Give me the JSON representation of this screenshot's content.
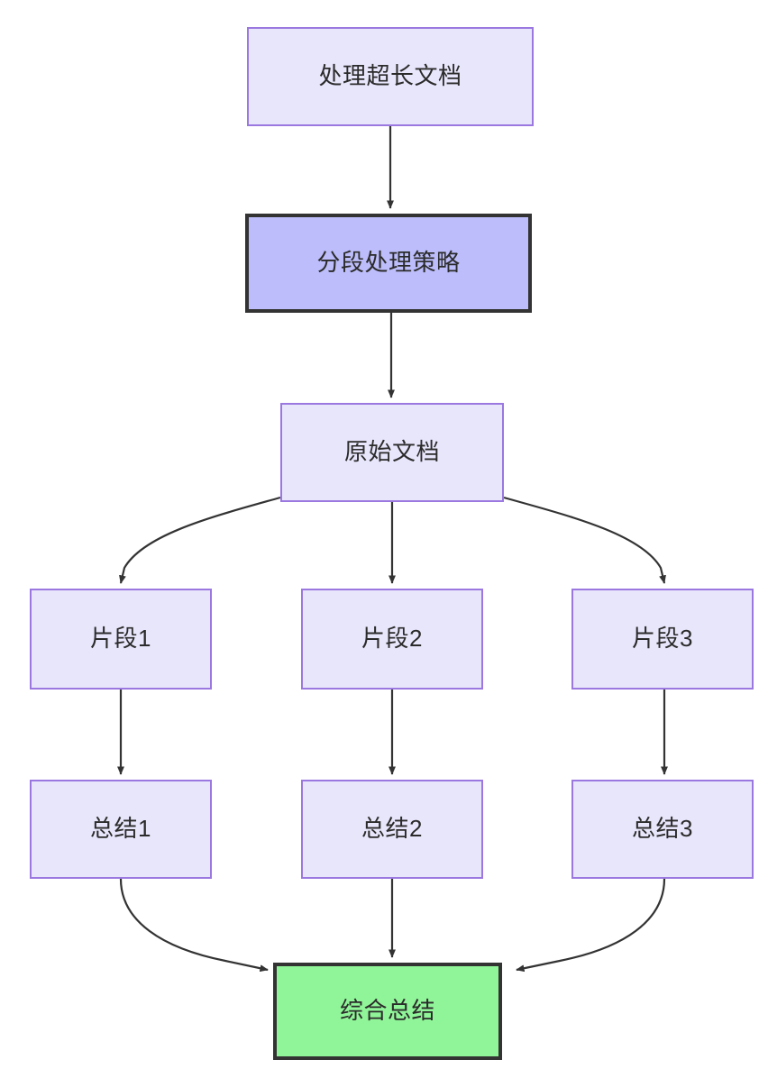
{
  "diagram": {
    "type": "flowchart",
    "direction": "top-down",
    "title": "处理超长文档",
    "background_color": "#ffffff",
    "edge_color": "#333333",
    "text_color": "#2b2b2b",
    "styles": {
      "default_fill": "#e8e6fb",
      "default_stroke": "#9a78e0",
      "emphasis_fill": "#bcbdfa",
      "emphasis_stroke": "#333333",
      "result_fill": "#90f598",
      "result_stroke": "#333333"
    },
    "nodes": [
      {
        "id": "long-doc",
        "label": "处理超长文档",
        "style": "default"
      },
      {
        "id": "strategy",
        "label": "分段处理策略",
        "style": "emphasis"
      },
      {
        "id": "source-doc",
        "label": "原始文档",
        "style": "default"
      },
      {
        "id": "fragment-1",
        "label": "片段1",
        "style": "default"
      },
      {
        "id": "fragment-2",
        "label": "片段2",
        "style": "default"
      },
      {
        "id": "fragment-3",
        "label": "片段3",
        "style": "default"
      },
      {
        "id": "summary-1",
        "label": "总结1",
        "style": "default"
      },
      {
        "id": "summary-2",
        "label": "总结2",
        "style": "default"
      },
      {
        "id": "summary-3",
        "label": "总结3",
        "style": "default"
      },
      {
        "id": "final-summary",
        "label": "综合总结",
        "style": "result"
      }
    ],
    "edges": [
      {
        "from": "long-doc",
        "to": "strategy",
        "label": ""
      },
      {
        "from": "strategy",
        "to": "source-doc",
        "label": ""
      },
      {
        "from": "source-doc",
        "to": "fragment-1",
        "label": ""
      },
      {
        "from": "source-doc",
        "to": "fragment-2",
        "label": ""
      },
      {
        "from": "source-doc",
        "to": "fragment-3",
        "label": ""
      },
      {
        "from": "fragment-1",
        "to": "summary-1",
        "label": ""
      },
      {
        "from": "fragment-2",
        "to": "summary-2",
        "label": ""
      },
      {
        "from": "fragment-3",
        "to": "summary-3",
        "label": ""
      },
      {
        "from": "summary-1",
        "to": "final-summary",
        "label": ""
      },
      {
        "from": "summary-2",
        "to": "final-summary",
        "label": ""
      },
      {
        "from": "summary-3",
        "to": "final-summary",
        "label": ""
      }
    ]
  }
}
